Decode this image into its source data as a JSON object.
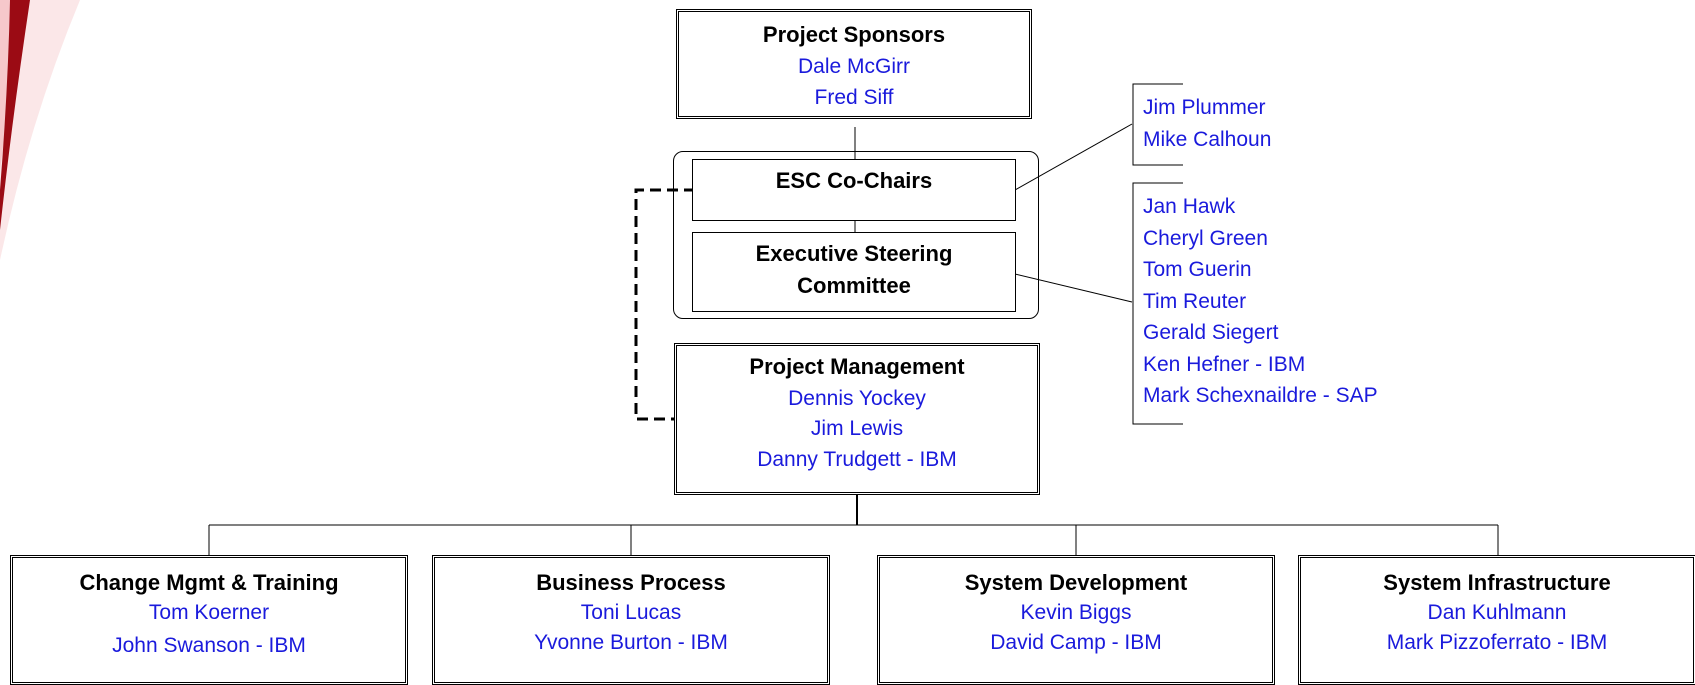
{
  "colors": {
    "name_text": "#1a1adc",
    "title_text": "#000000",
    "slide_accent": "#9b0b14"
  },
  "sponsors": {
    "title": "Project Sponsors",
    "names": [
      "Dale McGirr",
      "Fred Siff"
    ]
  },
  "esc": {
    "cochairs_title": "ESC Co-Chairs",
    "committee_title_line1": "Executive Steering",
    "committee_title_line2": "Committee"
  },
  "cochair_members": [
    "Jim Plummer",
    "Mike Calhoun"
  ],
  "committee_members": [
    "Jan Hawk",
    "Cheryl Green",
    "Tom Guerin",
    "Tim Reuter",
    "Gerald Siegert",
    "Ken Hefner - IBM",
    "Mark Schexnaildre - SAP"
  ],
  "project_management": {
    "title": "Project Management",
    "names": [
      "Dennis Yockey",
      "Jim Lewis",
      "Danny Trudgett - IBM"
    ]
  },
  "teams": [
    {
      "title": "Change Mgmt & Training",
      "names": [
        "Tom Koerner",
        "John Swanson - IBM"
      ]
    },
    {
      "title": "Business Process",
      "names": [
        "Toni Lucas",
        "Yvonne Burton - IBM"
      ]
    },
    {
      "title": "System Development",
      "names": [
        "Kevin Biggs",
        "David Camp - IBM"
      ]
    },
    {
      "title": "System Infrastructure",
      "names": [
        "Dan Kuhlmann",
        "Mark Pizzoferrato - IBM"
      ]
    }
  ]
}
